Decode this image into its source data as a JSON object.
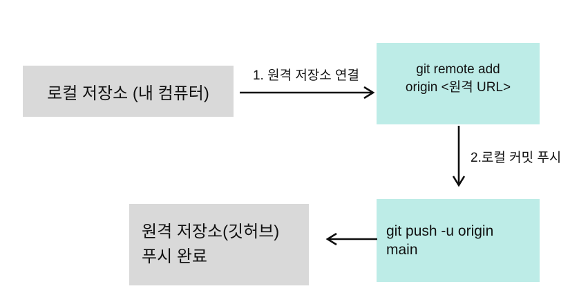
{
  "nodes": {
    "local_repo": {
      "label": "로컬 저장소 (내 컴퓨터)"
    },
    "git_remote_add": {
      "line1": "git remote add",
      "line2": "origin <원격 URL>"
    },
    "git_push": {
      "line1": "git push -u origin",
      "line2": "main"
    },
    "remote_repo_done": {
      "line1": "원격 저장소(깃허브)",
      "line2": "푸시 완료"
    }
  },
  "edges": {
    "connect_remote": {
      "label": "1. 원격 저장소 연결"
    },
    "push_commits": {
      "label": "2.로컬 커밋 푸시"
    }
  },
  "colors": {
    "background": "#ffffff",
    "node_gray": "#d9d9d9",
    "node_teal": "#bdece7",
    "text": "#111111",
    "arrow": "#0d0d0d"
  }
}
